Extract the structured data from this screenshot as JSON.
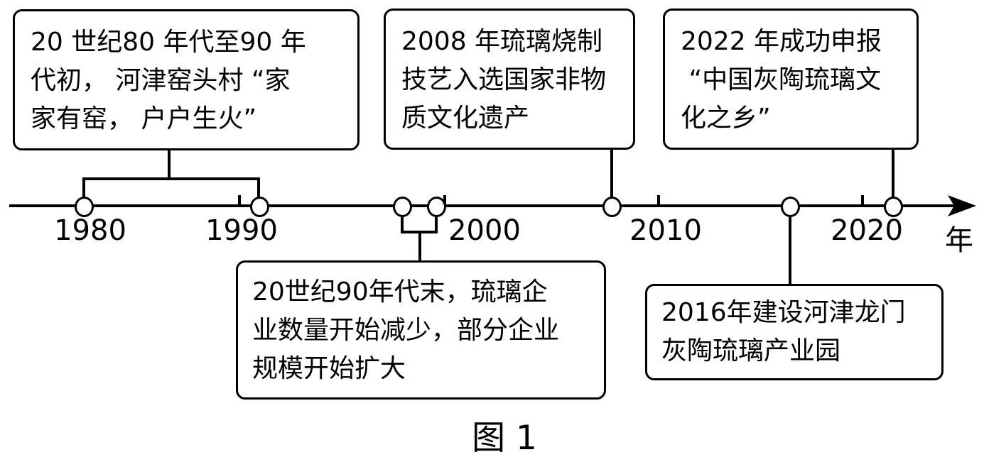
{
  "figure": {
    "caption": "图 1"
  },
  "axis": {
    "unit_label": "年",
    "year_labels": [
      "1980",
      "1990",
      "2000",
      "2010",
      "2020"
    ]
  },
  "events": [
    {
      "id": "event-1980s-1990s",
      "period": "20世纪80年代至90年代初",
      "lines": [
        "20 世纪80 年代至90 年",
        "代初， 河津窑头村 “家",
        "家有窑， 户户生火”"
      ]
    },
    {
      "id": "event-2008",
      "period": "2008",
      "lines": [
        "2008 年琉璃烧制",
        "技艺入选国家非物",
        "质文化遗产"
      ]
    },
    {
      "id": "event-2022",
      "period": "2022",
      "lines": [
        "2022 年成功申报",
        " “中国灰陶琉璃文",
        "化之乡”"
      ]
    },
    {
      "id": "event-late-1990s",
      "period": "20世纪90年代末",
      "lines": [
        "20世纪90年代末，琉璃企",
        "业数量开始减少，部分企业",
        "规模开始扩大"
      ]
    },
    {
      "id": "event-2016",
      "period": "2016",
      "lines": [
        "2016年建设河津龙门",
        "灰陶琉璃产业园"
      ]
    }
  ],
  "colors": {
    "line": "#000000",
    "background": "#ffffff"
  }
}
